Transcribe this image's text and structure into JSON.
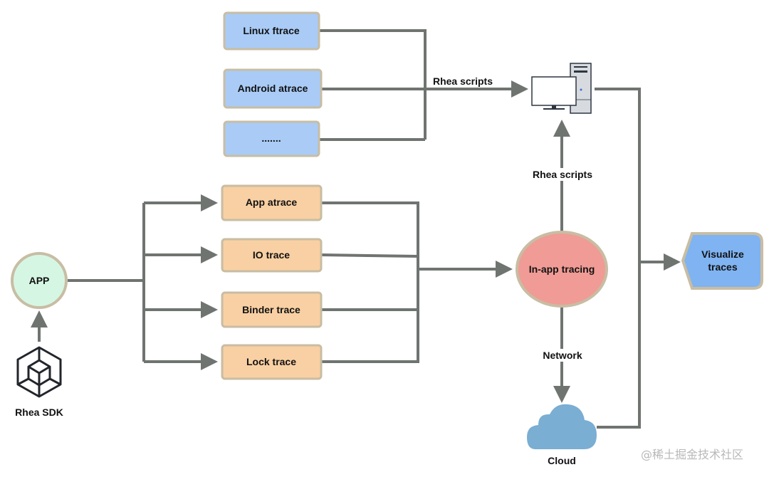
{
  "nodes": {
    "linux_ftrace": "Linux ftrace",
    "android_atrace": "Android atrace",
    "more_sources": ".......",
    "app_atrace": "App atrace",
    "io_trace": "IO trace",
    "binder_trace": "Binder trace",
    "lock_trace": "Lock trace",
    "app": "APP",
    "rhea_sdk": "Rhea SDK",
    "in_app_tracing": "In-app tracing",
    "visualize_line1": "Visualize",
    "visualize_line2": "traces",
    "cloud": "Cloud"
  },
  "edges": {
    "rhea_scripts_top": "Rhea scripts",
    "rhea_scripts_vertical": "Rhea scripts",
    "network": "Network"
  },
  "icons": [
    "computer-icon",
    "cube-icon",
    "cloud-icon"
  ],
  "colors": {
    "blue_box": "#a9cbf6",
    "orange_box": "#f9d0a3",
    "app_circle": "#d6f6e4",
    "in_app_ellipse": "#f09b95",
    "visualize": "#7fb3f2",
    "cloud": "#7aaed3",
    "border": "#c8bda3",
    "line": "#6f7471"
  },
  "watermark": "@稀土掘金技术社区"
}
